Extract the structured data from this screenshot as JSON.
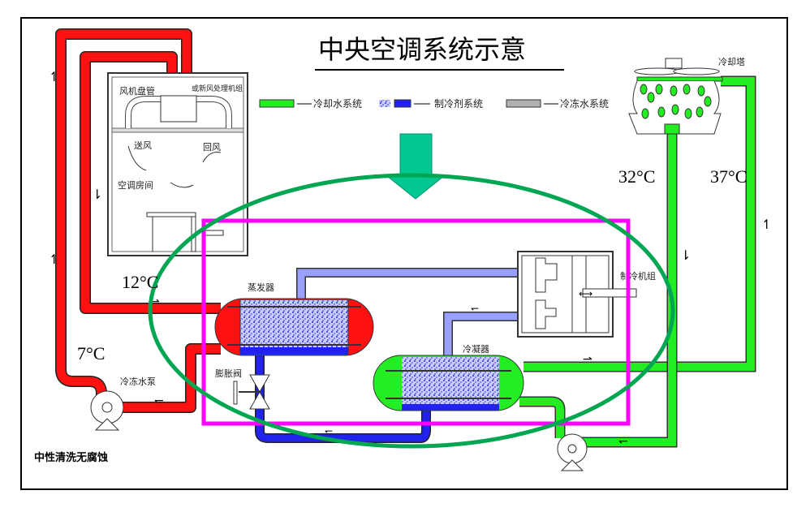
{
  "title": "中央空调系统示意",
  "legend": [
    {
      "label": "冷却水系统",
      "color": "#22ee22"
    },
    {
      "label": "制冷剂系统",
      "color": "#2222ee"
    },
    {
      "label": "冷冻水系统",
      "color": "#b0b0b0"
    }
  ],
  "room": {
    "fan_coil": "风机盘管",
    "fresh_air_unit": "或新风处理机组",
    "supply_air": "送风",
    "return_air": "回风",
    "room": "空调房间"
  },
  "components": {
    "evaporator": "蒸发器",
    "expansion_valve": "膨胀阀",
    "condenser": "冷凝器",
    "chiller": "制冷机组",
    "chilled_water_pump": "冷冻水泵",
    "cooling_tower": "冷却塔"
  },
  "temperatures": {
    "chilled_return": "12°C",
    "chilled_supply": "7°C",
    "cooling_supply": "32°C",
    "cooling_return": "37°C"
  },
  "footer": "中性清洗无腐蚀",
  "colors": {
    "chilled_water": "#ff1111",
    "cooling_water": "#22ee22",
    "refrigerant": "#2222ee",
    "highlight_rect": "#ff00ff",
    "highlight_ellipse": "#00a651",
    "arrow": "#00c890"
  }
}
